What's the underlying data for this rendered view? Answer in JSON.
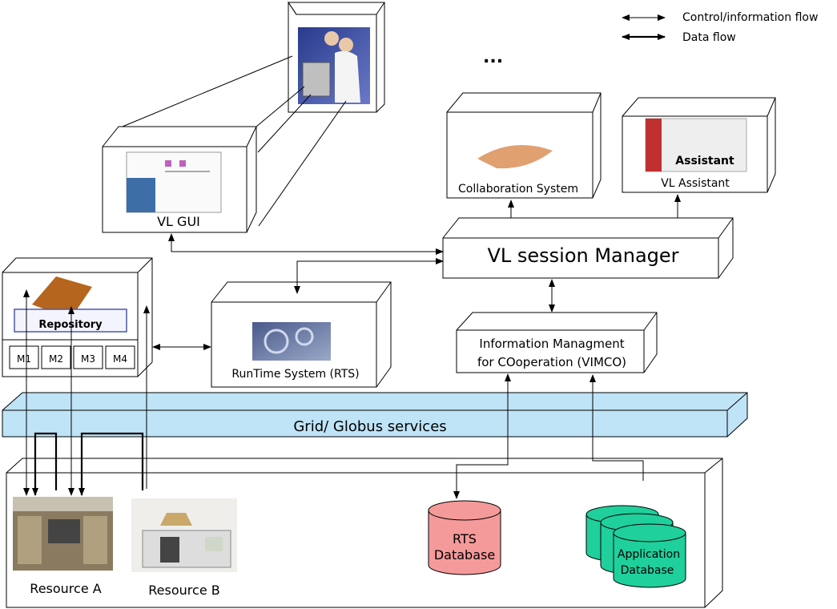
{
  "legend": {
    "control_flow": "Control/information flow",
    "data_flow": "Data flow"
  },
  "ellipsis": "...",
  "nodes": {
    "vl_gui": "VL GUI",
    "collaboration": "Collaboration System",
    "assistant": "VL Assistant",
    "assistant_logo": "Assistant",
    "session_manager": "VL session Manager",
    "repository": "Repository",
    "modules": [
      "M1",
      "M2",
      "M3",
      "M4"
    ],
    "rts": "RunTime System (RTS)",
    "vimco_line1": "Information Managment",
    "vimco_line2": "for COoperation (VIMCO)",
    "grid": "Grid/ Globus services",
    "resource_a": "Resource A",
    "resource_b": "Resource B",
    "rts_db_line1": "RTS",
    "rts_db_line2": "Database",
    "app_db_line1": "Application",
    "app_db_line2": "Database"
  },
  "colors": {
    "grid_band": "#bfe3f7",
    "rts_db": "#f59a9a",
    "app_db": "#1fcf9c",
    "repository_accent": "#b5651d"
  }
}
